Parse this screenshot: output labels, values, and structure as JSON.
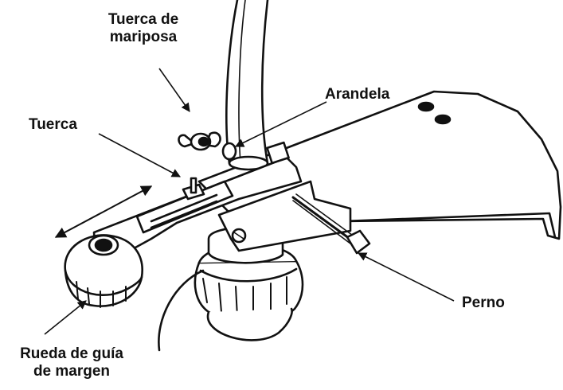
{
  "labels": {
    "wing_nut": [
      "Tuerca de",
      "mariposa"
    ],
    "washer": "Arandela",
    "nut": "Tuerca",
    "bolt": "Perno",
    "edge_guide_wheel": [
      "Rueda de guía",
      "de margen"
    ]
  },
  "colors": {
    "ink": "#111111",
    "paper": "#ffffff"
  }
}
